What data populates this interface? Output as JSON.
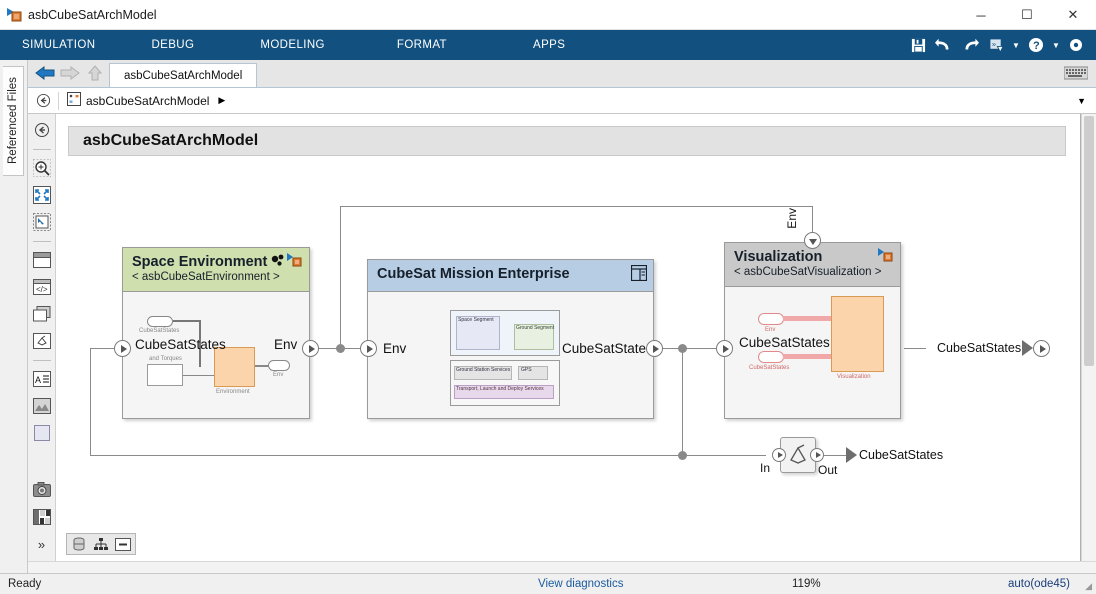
{
  "window": {
    "title": "asbCubeSatArchModel",
    "app_icon": "simulink-model-icon",
    "minimize": "─",
    "maximize": "☐",
    "close": "✕"
  },
  "ribbon": {
    "tabs": [
      {
        "label": "SIMULATION",
        "name": "tab-simulation",
        "selected": true
      },
      {
        "label": "DEBUG",
        "name": "tab-debug",
        "selected": false
      },
      {
        "label": "MODELING",
        "name": "tab-modeling",
        "selected": false
      },
      {
        "label": "FORMAT",
        "name": "tab-format",
        "selected": false
      },
      {
        "label": "APPS",
        "name": "tab-apps",
        "selected": false
      }
    ],
    "quick_icons": [
      {
        "name": "save-icon"
      },
      {
        "name": "undo-icon"
      },
      {
        "name": "redo-icon"
      },
      {
        "name": "run-script-icon"
      },
      {
        "name": "help-icon"
      },
      {
        "name": "settings-gear-icon"
      }
    ]
  },
  "sidebar": {
    "referenced_files_tab": "Referenced Files"
  },
  "navbar": {
    "back": "back-arrow-icon",
    "forward": "forward-arrow-icon",
    "up": "up-arrow-icon",
    "doc_tab": "asbCubeSatArchModel",
    "keyboard": "keyboard-icon"
  },
  "breadcrumb": {
    "back_icon": "breadcrumb-back-icon",
    "model_icon": "architecture-model-icon",
    "path": "asbCubeSatArchModel",
    "expand": "▶"
  },
  "palette": {
    "tools": [
      {
        "name": "tool-back"
      },
      {
        "name": "tool-zoom"
      },
      {
        "name": "tool-fit-to-view"
      },
      {
        "name": "tool-select-region"
      },
      {
        "name": "tool-component"
      },
      {
        "name": "tool-code-component"
      },
      {
        "name": "tool-variant-component"
      },
      {
        "name": "tool-adapter"
      },
      {
        "name": "tool-annotation"
      },
      {
        "name": "tool-image"
      },
      {
        "name": "tool-area"
      },
      {
        "name": "tool-camera"
      },
      {
        "name": "tool-table"
      },
      {
        "name": "tool-more"
      }
    ]
  },
  "canvas": {
    "banner_title": "asbCubeSatArchModel",
    "bottom_tools": [
      {
        "name": "model-data-icon"
      },
      {
        "name": "hierarchy-icon"
      },
      {
        "name": "collapse-icon"
      }
    ],
    "blocks": [
      {
        "id": "space-environment",
        "title": "Space Environment",
        "subtitle": "< asbCubeSatEnvironment >",
        "header_color": "#cfdfae",
        "icons": [
          "variant-component-icon",
          "model-reference-icon"
        ],
        "ports": [
          {
            "name": "CubeSatStates",
            "side": "left"
          },
          {
            "name": "Env",
            "side": "right"
          }
        ],
        "inner_labels": [
          "CubeSatStates",
          "and Torques",
          "Environment",
          "Env"
        ]
      },
      {
        "id": "cubesat-mission-enterprise",
        "title": "CubeSat Mission Enterprise",
        "subtitle": "",
        "header_color": "#b7cde4",
        "icons": [
          "architecture-view-icon"
        ],
        "ports": [
          {
            "name": "Env",
            "side": "left"
          },
          {
            "name": "CubeSatStates",
            "side": "right"
          }
        ],
        "inner_labels": [
          "Space Segment",
          "Ground Segment",
          "Ground Station Services",
          "GPS",
          "Transport, Launch and Deploy Services"
        ]
      },
      {
        "id": "visualization",
        "title": "Visualization",
        "subtitle": "< asbCubeSatVisualization >",
        "header_color": "#c9c9c9",
        "icons": [
          "model-reference-icon"
        ],
        "ports": [
          {
            "name": "Env",
            "side": "top"
          },
          {
            "name": "CubeSatStates",
            "side": "left"
          }
        ],
        "inner_labels": [
          "Env",
          "CubeSatStates",
          "Visualization"
        ]
      }
    ],
    "free_elements": [
      {
        "name": "adapter-block",
        "in_label": "In",
        "out_label": "Out",
        "terminator_label": "CubeSatStates"
      },
      {
        "name": "root-output-port",
        "label": "CubeSatStates"
      }
    ]
  },
  "status": {
    "ready": "Ready",
    "diagnostics": "View diagnostics",
    "zoom": "119%",
    "solver": "auto(ode45)"
  }
}
